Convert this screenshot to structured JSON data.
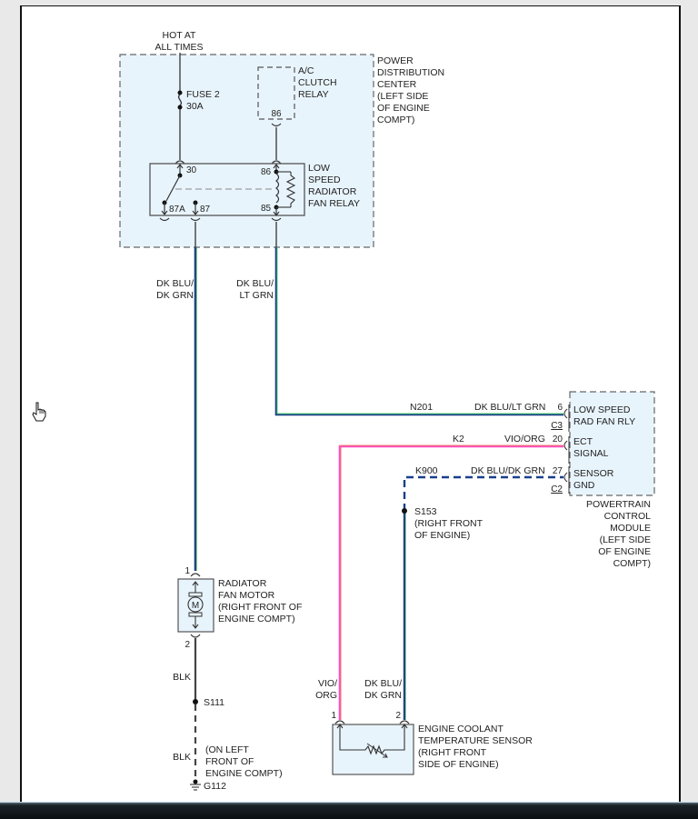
{
  "power_source": {
    "line1": "HOT AT",
    "line2": "ALL TIMES"
  },
  "fuse": {
    "line1": "FUSE 2",
    "line2": "30A"
  },
  "pdc": {
    "lines": [
      "POWER",
      "DISTRIBUTION",
      "CENTER",
      "(LEFT SIDE",
      "OF ENGINE",
      "COMPT)"
    ]
  },
  "ac_relay": {
    "lines": [
      "A/C",
      "CLUTCH",
      "RELAY"
    ],
    "pin": "86"
  },
  "fan_relay": {
    "lines": [
      "LOW",
      "SPEED",
      "RADIATOR",
      "FAN RELAY"
    ],
    "pins": {
      "p30": "30",
      "p86": "86",
      "p87a": "87A",
      "p87": "87",
      "p85": "85"
    }
  },
  "wires": {
    "fan_feed": {
      "line1": "DK BLU/",
      "line2": "DK GRN",
      "colors": [
        "#1a3e8c",
        "#1e7a3e"
      ]
    },
    "relay_ctrl": {
      "line1": "DK BLU/",
      "line2": "LT GRN",
      "colors": [
        "#1a3e8c",
        "#58d66a"
      ]
    },
    "n201": {
      "circuit": "N201",
      "color_label": "DK BLU/LT GRN"
    },
    "k2": {
      "circuit": "K2",
      "color_label": "VIO/ORG",
      "colors": [
        "#ff4fc4",
        "#e8784a"
      ]
    },
    "k900": {
      "circuit": "K900",
      "color_label": "DK BLU/DK GRN"
    },
    "blk1": {
      "label": "BLK"
    },
    "blk2": {
      "label": "BLK"
    },
    "sensor_k2": {
      "line1": "VIO/",
      "line2": "ORG"
    },
    "sensor_k900": {
      "line1": "DK BLU/",
      "line2": "DK GRN"
    }
  },
  "pcm": {
    "pins": [
      {
        "num": "6",
        "line1": "LOW SPEED",
        "line2": "RAD FAN RLY",
        "connector": "C3"
      },
      {
        "num": "20",
        "line1": "ECT",
        "line2": "SIGNAL"
      },
      {
        "num": "27",
        "line1": "SENSOR",
        "line2": "GND",
        "connector": "C2"
      }
    ],
    "lines": [
      "POWERTRAIN",
      "CONTROL",
      "MODULE",
      "(LEFT SIDE",
      "OF ENGINE",
      "COMPT)"
    ]
  },
  "splice_s153": {
    "id": "S153",
    "line1": "(RIGHT FRONT",
    "line2": "OF ENGINE)"
  },
  "fan_motor": {
    "symbol": "M",
    "pin_top": "1",
    "pin_bottom": "2",
    "lines": [
      "RADIATOR",
      "FAN MOTOR",
      "(RIGHT FRONT OF",
      "ENGINE COMPT)"
    ]
  },
  "splice_s111": {
    "id": "S111"
  },
  "ground": {
    "id": "G112",
    "lines": [
      "(ON LEFT",
      "FRONT OF",
      "ENGINE COMPT)"
    ]
  },
  "ect_sensor": {
    "pin1": "1",
    "pin2": "2",
    "lines": [
      "ENGINE COOLANT",
      "TEMPERATURE SENSOR",
      "(RIGHT FRONT",
      "SIDE OF ENGINE)"
    ]
  }
}
